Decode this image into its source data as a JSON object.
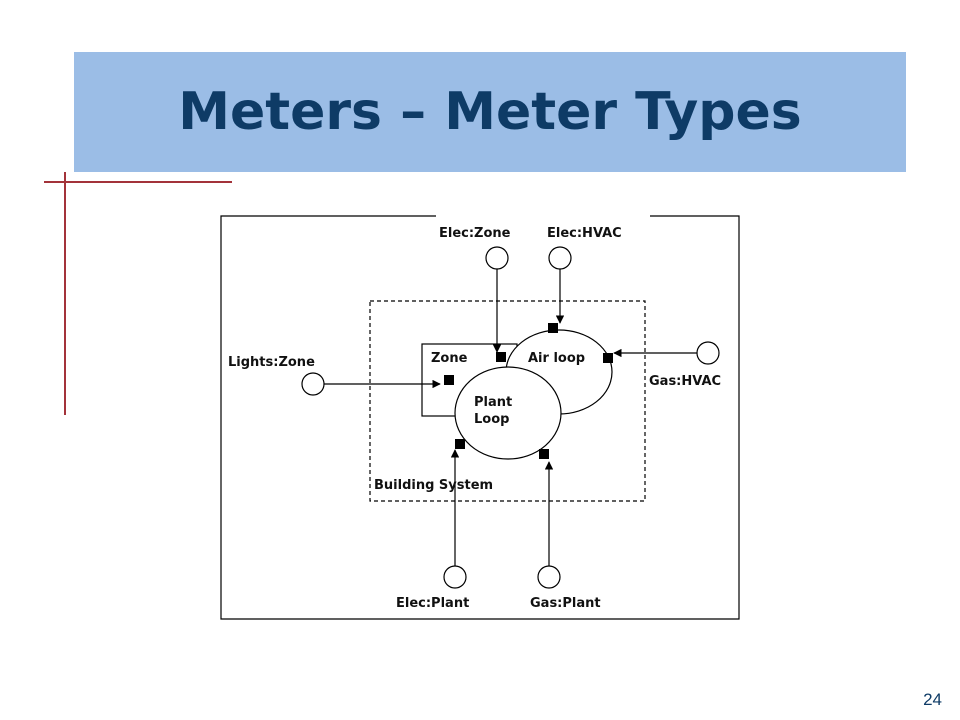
{
  "slide": {
    "title": "Meters – Meter Types",
    "page_number": "24"
  },
  "diagram": {
    "labels": {
      "elec_zone": "Elec:Zone",
      "elec_hvac": "Elec:HVAC",
      "lights_zone": "Lights:Zone",
      "gas_hvac": "Gas:HVAC",
      "elec_plant": "Elec:Plant",
      "gas_plant": "Gas:Plant",
      "zone": "Zone",
      "air_loop": "Air loop",
      "plant_loop_line1": "Plant",
      "plant_loop_line2": "Loop",
      "building_system": "Building System"
    }
  }
}
